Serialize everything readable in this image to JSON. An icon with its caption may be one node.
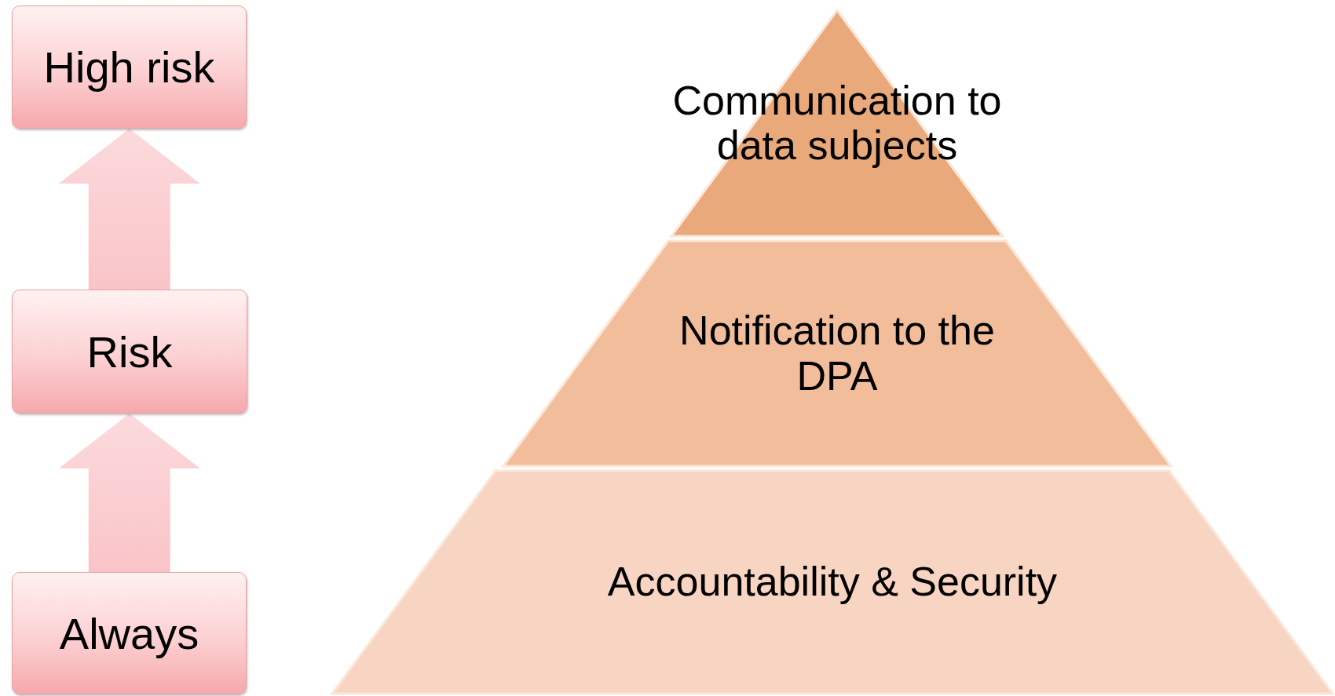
{
  "diagram": {
    "nodes": [
      {
        "text": [
          "High risk"
        ]
      },
      {
        "text": [
          "Risk"
        ]
      },
      {
        "text": [
          "Always"
        ]
      },
      {
        "text": [
          "Communication to data subjects"
        ]
      },
      {
        "text": [
          "Notification to the DPA"
        ]
      },
      {
        "text": [
          "Accountability & Security"
        ]
      }
    ],
    "edges": [
      {
        "from": 2,
        "to": 1,
        "arrow": "to"
      },
      {
        "from": 1,
        "to": 0,
        "arrow": "to"
      }
    ]
  }
}
